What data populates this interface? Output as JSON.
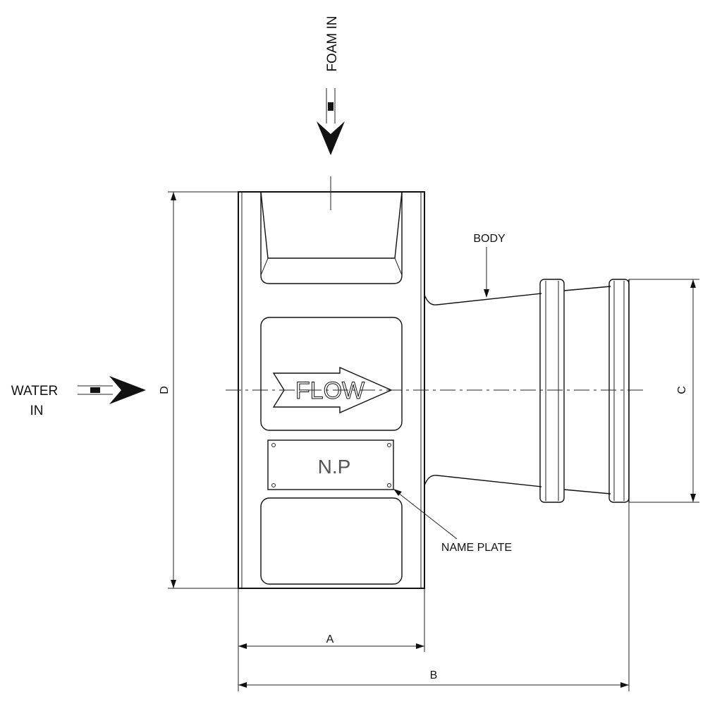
{
  "labels": {
    "foam_in": "FOAM IN",
    "water_in_line1": "WATER",
    "water_in_line2": "IN",
    "body": "BODY",
    "name_plate": "NAME PLATE",
    "flow": "FLOW",
    "np": "N.P"
  },
  "dimensions": {
    "a": "A",
    "b": "B",
    "c": "C",
    "d": "D"
  },
  "colors": {
    "line": "#111111",
    "background": "#ffffff"
  }
}
